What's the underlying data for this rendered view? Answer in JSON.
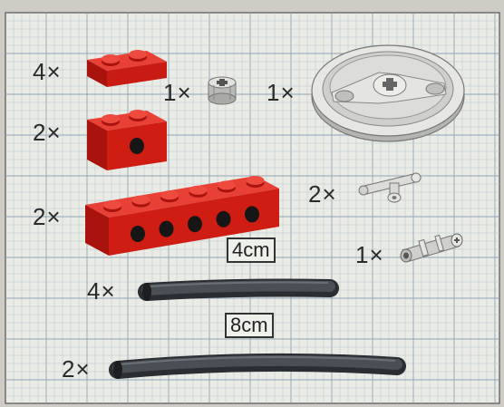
{
  "labels": {
    "plate_1x2": "4×",
    "bush": "1×",
    "pulley": "1×",
    "brick_1x2": "2×",
    "brick_1x6": "2×",
    "t_connector": "2×",
    "axle_pin": "1×",
    "hose_short": "4×",
    "hose_long": "2×"
  },
  "lengths": {
    "short": "4cm",
    "long": "8cm"
  },
  "colors": {
    "paper": "#e9ebe4",
    "grid_fine": "#b8c8d4",
    "grid_major": "#8fa6b8",
    "brick_red": "#d42218",
    "light_gray": "#dcdcd8",
    "hose_gray": "#3e4247"
  }
}
